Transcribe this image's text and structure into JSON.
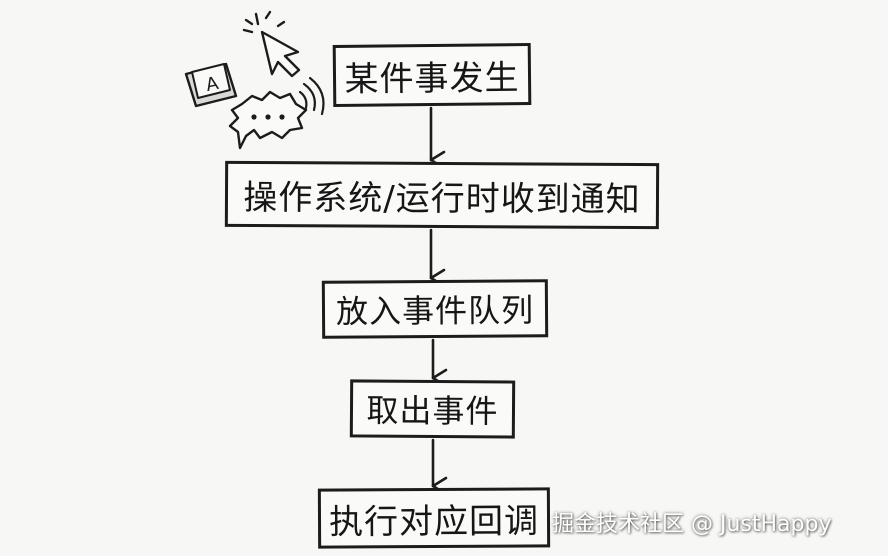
{
  "flow": {
    "steps": [
      {
        "id": "n1",
        "label": "某件事发生"
      },
      {
        "id": "n2",
        "label": "操作系统/运行时收到通知"
      },
      {
        "id": "n3",
        "label": "放入事件队列"
      },
      {
        "id": "n4",
        "label": "取出事件"
      },
      {
        "id": "n5",
        "label": "执行对应回调"
      }
    ],
    "edges": [
      {
        "from": "n1",
        "to": "n2"
      },
      {
        "from": "n2",
        "to": "n3"
      },
      {
        "from": "n3",
        "to": "n4"
      },
      {
        "from": "n4",
        "to": "n5"
      }
    ]
  },
  "doodle": {
    "key_label": "A",
    "icons": [
      "cursor-icon",
      "keyboard-key-icon",
      "speech-bubble-icon",
      "signal-waves-icon"
    ]
  },
  "watermark": "掘金技术社区 @ JustHappy",
  "colors": {
    "ink": "#1c1c1c",
    "paper": "#f7f7f5"
  }
}
